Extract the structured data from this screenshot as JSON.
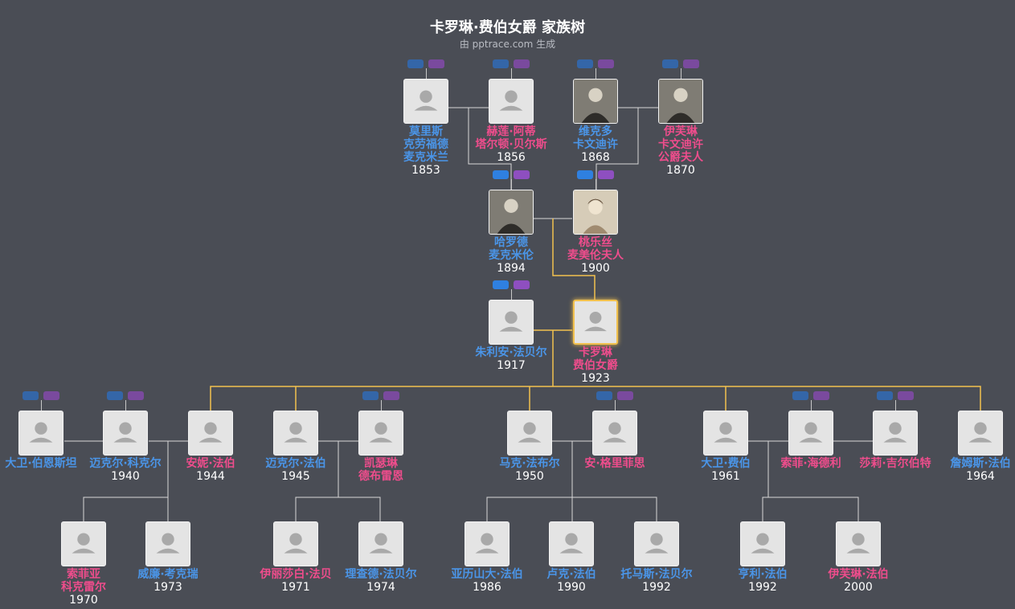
{
  "header": {
    "title": "卡罗琳·费伯女爵 家族树",
    "subtitle": "由 pptrace.com 生成"
  },
  "colors": {
    "background": "#4a4d55",
    "male": "#4a95e8",
    "female": "#ee4d8c",
    "highlight_line": "#f2c14e",
    "line": "#d8d8d8"
  },
  "people": [
    {
      "id": "p1",
      "lines": [
        "莫里斯",
        "克劳福德",
        "麦克米兰"
      ],
      "year": "1853",
      "gender": "male",
      "avatar": "placeholder",
      "parents": true
    },
    {
      "id": "p2",
      "lines": [
        "赫莲·阿蒂",
        "塔尔顿·贝尔斯"
      ],
      "year": "1856",
      "gender": "female",
      "avatar": "placeholder",
      "parents": true
    },
    {
      "id": "p3",
      "lines": [
        "维克多",
        "卡文迪许"
      ],
      "year": "1868",
      "gender": "male",
      "avatar": "photo",
      "parents": true
    },
    {
      "id": "p4",
      "lines": [
        "伊芙琳",
        "卡文迪许",
        "公爵夫人"
      ],
      "year": "1870",
      "gender": "female",
      "avatar": "photo",
      "parents": true
    },
    {
      "id": "p5",
      "lines": [
        "哈罗德",
        "麦克米伦"
      ],
      "year": "1894",
      "gender": "male",
      "avatar": "photo",
      "parents": true
    },
    {
      "id": "p6",
      "lines": [
        "桃乐丝",
        "麦美伦夫人"
      ],
      "year": "1900",
      "gender": "female",
      "avatar": "photo-light",
      "parents": true
    },
    {
      "id": "p7",
      "lines": [
        "朱利安·法贝尔"
      ],
      "year": "1917",
      "gender": "male",
      "avatar": "placeholder",
      "parents": true
    },
    {
      "id": "p8",
      "lines": [
        "卡罗琳",
        "费伯女爵"
      ],
      "year": "1923",
      "gender": "female",
      "avatar": "self",
      "parents": false
    },
    {
      "id": "p9",
      "lines": [
        "大卫·伯恩斯坦"
      ],
      "year": "",
      "gender": "male",
      "avatar": "placeholder",
      "parents": true
    },
    {
      "id": "p10",
      "lines": [
        "迈克尔·科克尔"
      ],
      "year": "1940",
      "gender": "male",
      "avatar": "placeholder",
      "parents": true
    },
    {
      "id": "p11",
      "lines": [
        "安妮·法伯"
      ],
      "year": "1944",
      "gender": "female",
      "avatar": "placeholder",
      "parents": false
    },
    {
      "id": "p12",
      "lines": [
        "迈克尔·法伯"
      ],
      "year": "1945",
      "gender": "male",
      "avatar": "placeholder",
      "parents": false
    },
    {
      "id": "p13",
      "lines": [
        "凯瑟琳",
        "德布雷恩"
      ],
      "year": "",
      "gender": "female",
      "avatar": "placeholder",
      "parents": true
    },
    {
      "id": "p14",
      "lines": [
        "马克·法布尔"
      ],
      "year": "1950",
      "gender": "male",
      "avatar": "placeholder",
      "parents": false
    },
    {
      "id": "p15",
      "lines": [
        "安·格里菲思"
      ],
      "year": "",
      "gender": "female",
      "avatar": "placeholder",
      "parents": true
    },
    {
      "id": "p16",
      "lines": [
        "大卫·费伯"
      ],
      "year": "1961",
      "gender": "male",
      "avatar": "placeholder",
      "parents": false
    },
    {
      "id": "p17",
      "lines": [
        "索菲·海德利"
      ],
      "year": "",
      "gender": "female",
      "avatar": "placeholder",
      "parents": true
    },
    {
      "id": "p18",
      "lines": [
        "莎莉·吉尔伯特"
      ],
      "year": "",
      "gender": "female",
      "avatar": "placeholder",
      "parents": true
    },
    {
      "id": "p19",
      "lines": [
        "詹姆斯·法伯"
      ],
      "year": "1964",
      "gender": "male",
      "avatar": "placeholder",
      "parents": false
    },
    {
      "id": "p20",
      "lines": [
        "索菲亚",
        "科克雷尔"
      ],
      "year": "1970",
      "gender": "female",
      "avatar": "placeholder",
      "parents": false
    },
    {
      "id": "p21",
      "lines": [
        "威廉·考克瑞"
      ],
      "year": "1973",
      "gender": "male",
      "avatar": "placeholder",
      "parents": false
    },
    {
      "id": "p22",
      "lines": [
        "伊丽莎白·法贝"
      ],
      "year": "1971",
      "gender": "female",
      "avatar": "placeholder",
      "parents": false
    },
    {
      "id": "p23",
      "lines": [
        "理查德·法贝尔"
      ],
      "year": "1974",
      "gender": "male",
      "avatar": "placeholder",
      "parents": false
    },
    {
      "id": "p24",
      "lines": [
        "亚历山大·法伯"
      ],
      "year": "1986",
      "gender": "male",
      "avatar": "placeholder",
      "parents": false
    },
    {
      "id": "p25",
      "lines": [
        "卢克·法伯"
      ],
      "year": "1990",
      "gender": "male",
      "avatar": "placeholder",
      "parents": false
    },
    {
      "id": "p26",
      "lines": [
        "托马斯·法贝尔"
      ],
      "year": "1992",
      "gender": "male",
      "avatar": "placeholder",
      "parents": false
    },
    {
      "id": "p27",
      "lines": [
        "亨利·法伯"
      ],
      "year": "1992",
      "gender": "male",
      "avatar": "placeholder",
      "parents": false
    },
    {
      "id": "p28",
      "lines": [
        "伊芙琳·法伯"
      ],
      "year": "2000",
      "gender": "female",
      "avatar": "placeholder",
      "parents": false
    }
  ]
}
